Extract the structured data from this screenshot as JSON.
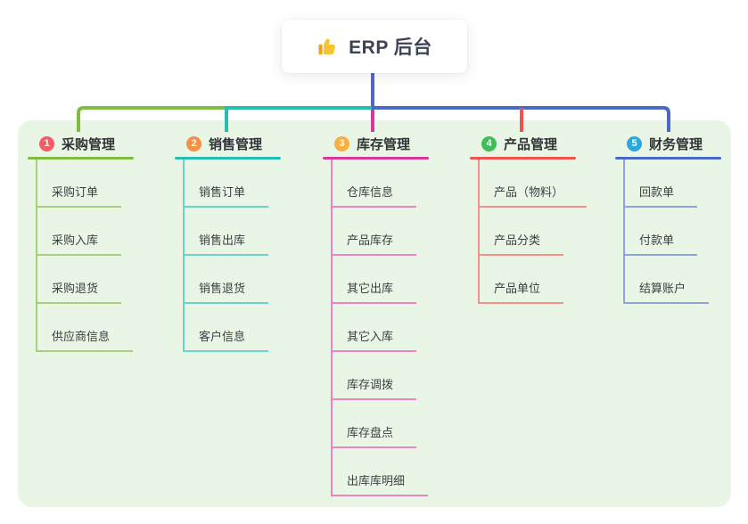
{
  "root": {
    "label": "ERP 后台",
    "icon": "thumbs-up-icon",
    "icon_color": "#F7C431"
  },
  "canvas": {
    "background": "#ffffff",
    "panel_background": "#EAF6E5"
  },
  "connector": {
    "stem_color": "#5365C6"
  },
  "branches": [
    {
      "index": "1",
      "title": "采购管理",
      "badge_color": "#F35D68",
      "line_color": "#7FBC41",
      "child_line_color": "#A6CF82",
      "children": [
        "采购订单",
        "采购入库",
        "采购退货",
        "供应商信息"
      ]
    },
    {
      "index": "2",
      "title": "销售管理",
      "badge_color": "#F78F44",
      "line_color": "#27BEB2",
      "child_line_color": "#6FD2C8",
      "children": [
        "销售订单",
        "销售出库",
        "销售退货",
        "客户信息"
      ]
    },
    {
      "index": "3",
      "title": "库存管理",
      "badge_color": "#F9AE3D",
      "line_color": "#D8389E",
      "child_line_color": "#EE82C3",
      "children": [
        "仓库信息",
        "产品库存",
        "其它出库",
        "其它入库",
        "库存调拨",
        "库存盘点",
        "出库库明细"
      ]
    },
    {
      "index": "4",
      "title": "产品管理",
      "badge_color": "#3FBE58",
      "line_color": "#F0544F",
      "child_line_color": "#F6908D",
      "children": [
        "产品（物料）",
        "产品分类",
        "产品单位"
      ]
    },
    {
      "index": "5",
      "title": "财务管理",
      "badge_color": "#2CA8DF",
      "line_color": "#4A69C6",
      "child_line_color": "#8FA3DC",
      "children": [
        "回款单",
        "付款单",
        "结算账户"
      ]
    }
  ]
}
